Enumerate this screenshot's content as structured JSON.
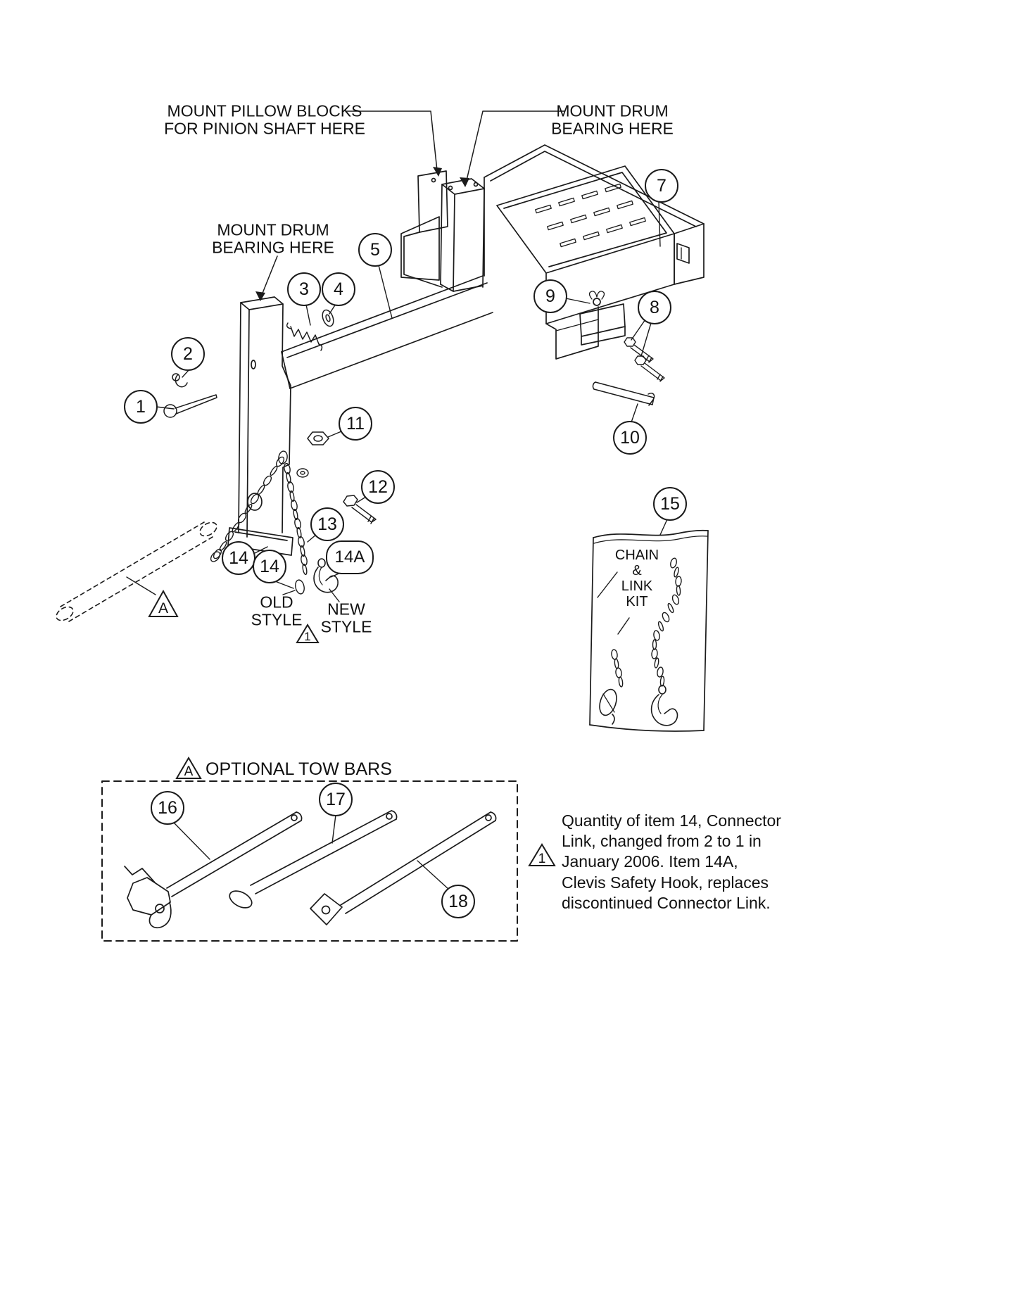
{
  "labels": {
    "mount_pillow_blocks": "MOUNT PILLOW BLOCKS\nFOR PINION SHAFT HERE",
    "mount_drum_bearing_right": "MOUNT DRUM\nBEARING HERE",
    "mount_drum_bearing_left": "MOUNT DRUM\nBEARING HERE",
    "old_style": "OLD\nSTYLE",
    "new_style": "NEW\nSTYLE",
    "chain_link_kit": "CHAIN\n&\nLINK\nKIT",
    "optional_tow_bars": "OPTIONAL TOW BARS"
  },
  "callouts": {
    "c1": "1",
    "c2": "2",
    "c3": "3",
    "c4": "4",
    "c5": "5",
    "c7": "7",
    "c8": "8",
    "c9": "9",
    "c10": "10",
    "c11": "11",
    "c12": "12",
    "c13": "13",
    "c14": "14",
    "c14A": "14A",
    "c15": "15",
    "c16": "16",
    "c17": "17",
    "c18": "18"
  },
  "flags": {
    "triangle_a": "A",
    "triangle_1": "1"
  },
  "note": {
    "text": "Quantity of item 14, Connector\nLink, changed from 2 to 1 in\nJanuary 2006. Item 14A,\nClevis Safety Hook, replaces\ndiscontinued Connector Link."
  }
}
